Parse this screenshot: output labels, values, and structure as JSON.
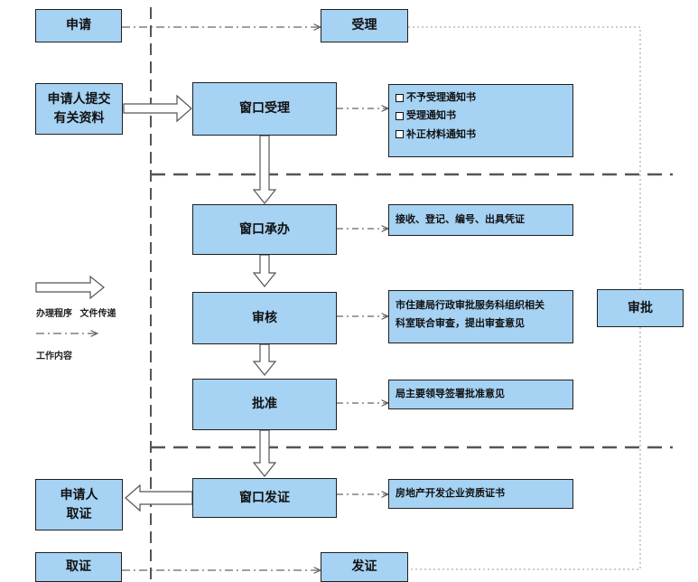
{
  "top": {
    "apply": "申请",
    "accept": "受理"
  },
  "bottom": {
    "collect": "取证",
    "issue": "发证"
  },
  "applicant_submit": [
    "申请人提交",
    "有关资料"
  ],
  "applicant_collect": [
    "申请人",
    "取证"
  ],
  "steps": {
    "window_accept": "窗口受理",
    "window_handle": "窗口承办",
    "review": "审核",
    "approve": "批准",
    "window_issue": "窗口发证"
  },
  "approval_label": "审批",
  "notes": {
    "accept_docs": [
      "不予受理通知书",
      "受理通知书",
      "补正材料通知书"
    ],
    "handle": "接收、登记、编号、出具凭证",
    "review": [
      "市住建局行政审批服务科组织相关",
      "科室联合审查，提出审查意见"
    ],
    "approve": "局主要领导签署批准意见",
    "issue": "房地产开发企业资质证书"
  },
  "legend": {
    "process": "办理程序",
    "transfer": "文件传递",
    "work": "工作内容"
  }
}
